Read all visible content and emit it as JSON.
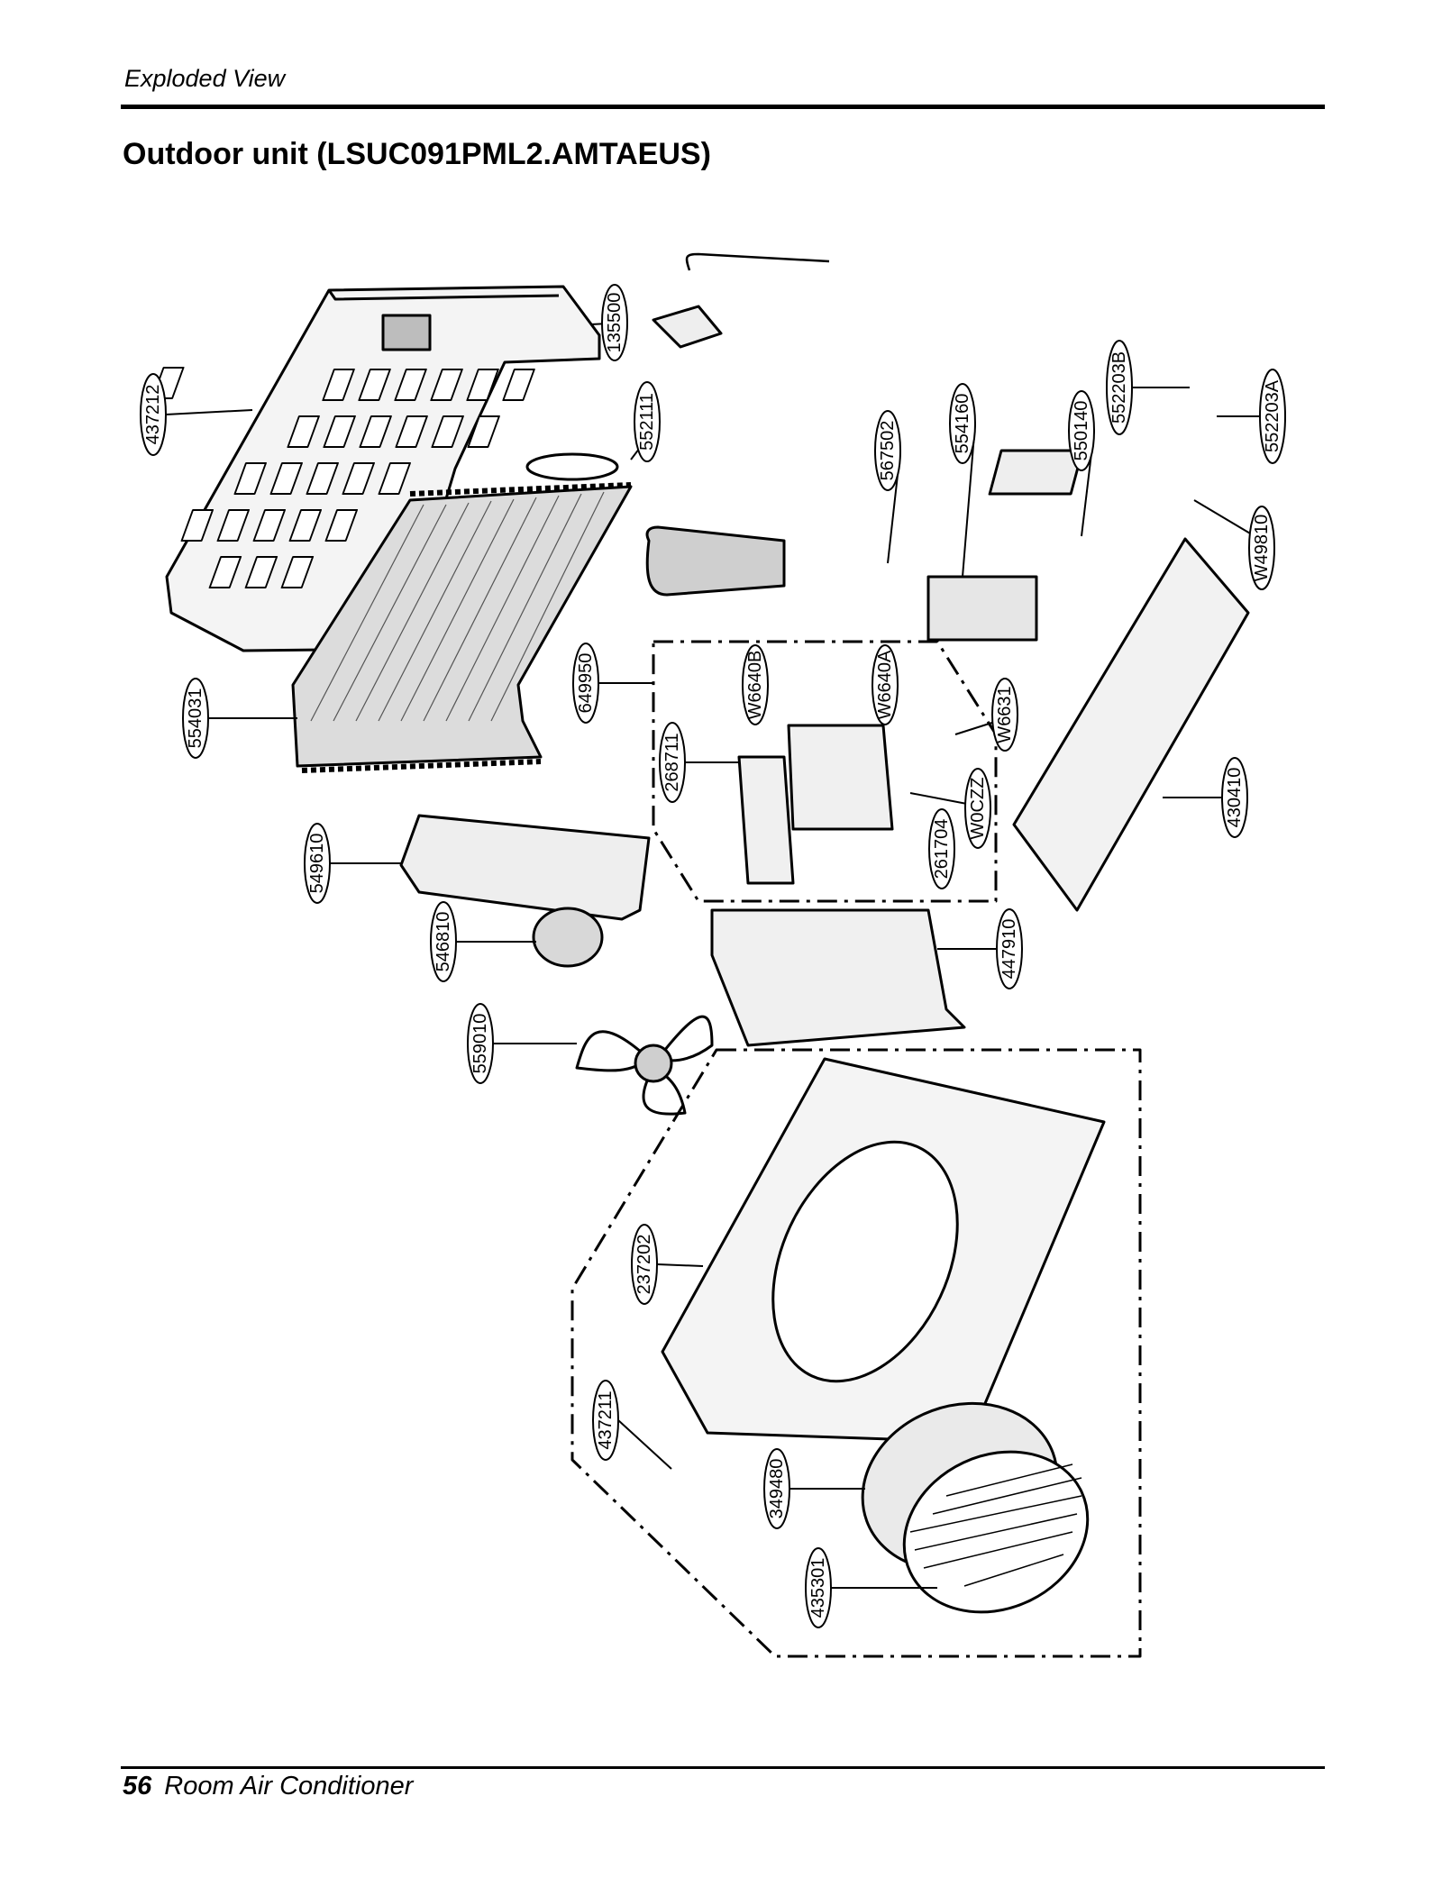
{
  "header": {
    "section_label": "Exploded View",
    "title": "Outdoor unit (LSUC091PML2.AMTAEUS)"
  },
  "footer": {
    "page_number": "56",
    "doc_title": "Room Air Conditioner"
  },
  "callouts": [
    {
      "id": "437212"
    },
    {
      "id": "135500"
    },
    {
      "id": "552111"
    },
    {
      "id": "567502"
    },
    {
      "id": "554160"
    },
    {
      "id": "550140"
    },
    {
      "id": "552203B"
    },
    {
      "id": "552203A"
    },
    {
      "id": "W49810"
    },
    {
      "id": "554031"
    },
    {
      "id": "649950"
    },
    {
      "id": "W6640B"
    },
    {
      "id": "W6640A"
    },
    {
      "id": "268711"
    },
    {
      "id": "W6631"
    },
    {
      "id": "W0CZZ"
    },
    {
      "id": "261704"
    },
    {
      "id": "430410"
    },
    {
      "id": "549610"
    },
    {
      "id": "546810"
    },
    {
      "id": "447910"
    },
    {
      "id": "559010"
    },
    {
      "id": "237202"
    },
    {
      "id": "437211"
    },
    {
      "id": "349480"
    },
    {
      "id": "435301"
    }
  ]
}
